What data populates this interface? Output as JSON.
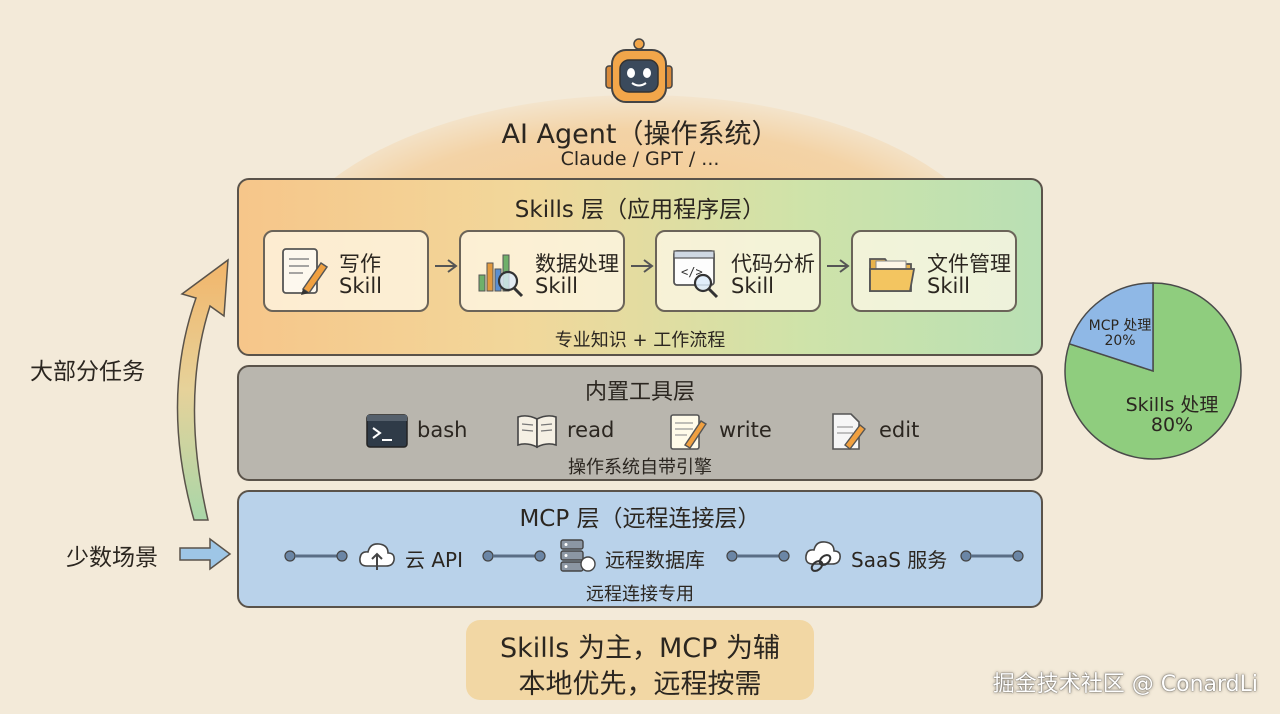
{
  "agent": {
    "title": "AI Agent（操作系统）",
    "subtitle": "Claude / GPT / ...",
    "icon": "robot-icon"
  },
  "skills_layer": {
    "title": "Skills 层（应用程序层）",
    "footer": "专业知识 + 工作流程",
    "color": "#f6c68a",
    "cards": [
      {
        "name": "写作",
        "sub": "Skill",
        "icon": "writing-pencil-icon"
      },
      {
        "name": "数据处理",
        "sub": "Skill",
        "icon": "chart-magnifier-icon"
      },
      {
        "name": "代码分析",
        "sub": "Skill",
        "icon": "code-magnifier-icon"
      },
      {
        "name": "文件管理",
        "sub": "Skill",
        "icon": "folder-icon"
      }
    ]
  },
  "tools_layer": {
    "title": "内置工具层",
    "footer": "操作系统自带引擎",
    "color": "#b9b6ae",
    "tools": [
      {
        "label": "bash",
        "icon": "terminal-icon"
      },
      {
        "label": "read",
        "icon": "book-icon"
      },
      {
        "label": "write",
        "icon": "notepad-pencil-icon"
      },
      {
        "label": "edit",
        "icon": "document-edit-icon"
      }
    ]
  },
  "mcp_layer": {
    "title": "MCP 层（远程连接层）",
    "footer": "远程连接专用",
    "color": "#b9d2ea",
    "items": [
      {
        "label": "云 API",
        "icon": "cloud-upload-icon"
      },
      {
        "label": "远程数据库",
        "icon": "database-server-icon"
      },
      {
        "label": "SaaS 服务",
        "icon": "cloud-link-icon"
      }
    ]
  },
  "side_labels": {
    "major": "大部分任务",
    "minor": "少数场景"
  },
  "pie": {
    "mcp_label": "MCP 处理",
    "mcp_value": "20%",
    "skills_label": "Skills 处理",
    "skills_value": "80%",
    "mcp_fraction": 0.2,
    "skills_fraction": 0.8,
    "mcp_color": "#8fb8e6",
    "skills_color": "#8fcd7e"
  },
  "summary": {
    "line1": "Skills 为主，MCP 为辅",
    "line2": "本地优先，远程按需"
  },
  "watermark": "掘金技术社区 @ ConardLi"
}
